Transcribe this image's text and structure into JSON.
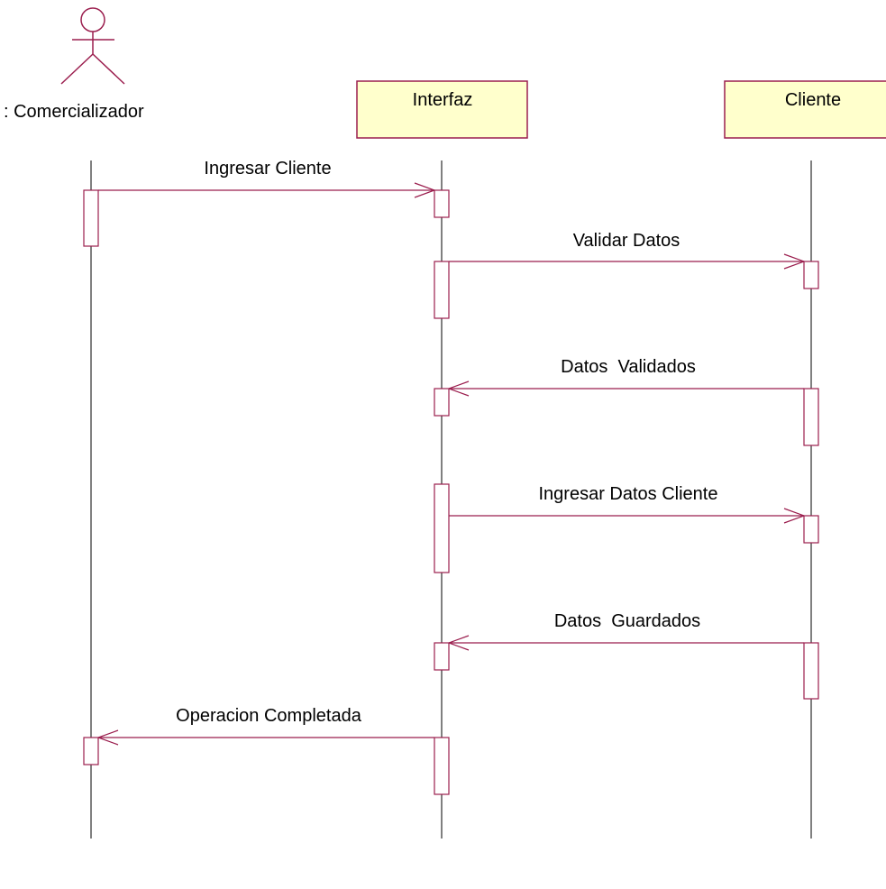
{
  "diagram": {
    "type": "sequence",
    "colors": {
      "line": "#9b1e4e",
      "box_fill": "#ffffcc",
      "lifeline": "#000000",
      "text": "#000000"
    },
    "actor": {
      "label": ": Comercializador",
      "icon": "stick-figure-actor-icon"
    },
    "objects": {
      "interfaz": "Interfaz",
      "cliente": "Cliente"
    },
    "messages": [
      {
        "label": "Ingresar Cliente",
        "from": "Comercializador",
        "to": "Interfaz"
      },
      {
        "label": "Validar Datos",
        "from": "Interfaz",
        "to": "Cliente"
      },
      {
        "label": "Datos  Validados",
        "from": "Cliente",
        "to": "Interfaz"
      },
      {
        "label": "Ingresar Datos Cliente",
        "from": "Interfaz",
        "to": "Cliente"
      },
      {
        "label": "Datos  Guardados",
        "from": "Cliente",
        "to": "Interfaz"
      },
      {
        "label": "Operacion Completada",
        "from": "Interfaz",
        "to": "Comercializador"
      }
    ]
  }
}
